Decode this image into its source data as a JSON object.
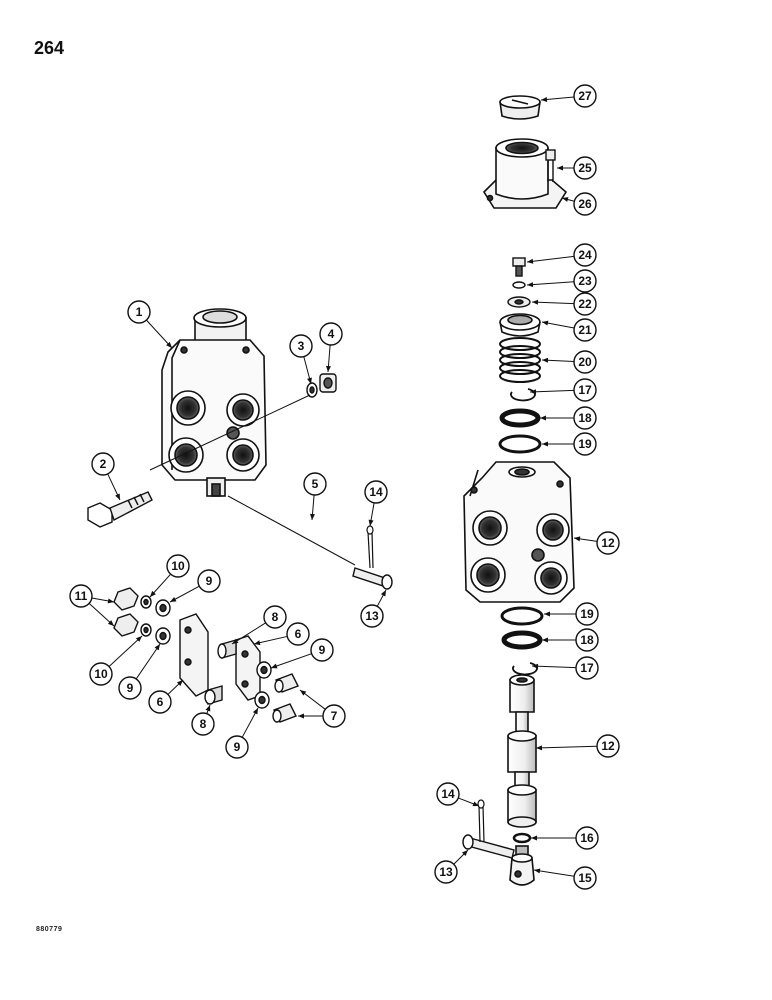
{
  "page": {
    "number": "264",
    "figure_code": "880779"
  },
  "callouts": [
    {
      "id": "c1",
      "label": "1"
    },
    {
      "id": "c2",
      "label": "2"
    },
    {
      "id": "c3",
      "label": "3"
    },
    {
      "id": "c4",
      "label": "4"
    },
    {
      "id": "c5",
      "label": "5"
    },
    {
      "id": "c6a",
      "label": "6"
    },
    {
      "id": "c6b",
      "label": "6"
    },
    {
      "id": "c7",
      "label": "7"
    },
    {
      "id": "c8a",
      "label": "8"
    },
    {
      "id": "c8b",
      "label": "8"
    },
    {
      "id": "c9a",
      "label": "9"
    },
    {
      "id": "c9b",
      "label": "9"
    },
    {
      "id": "c9c",
      "label": "9"
    },
    {
      "id": "c9d",
      "label": "9"
    },
    {
      "id": "c10a",
      "label": "10"
    },
    {
      "id": "c10b",
      "label": "10"
    },
    {
      "id": "c11",
      "label": "11"
    },
    {
      "id": "c12a",
      "label": "12"
    },
    {
      "id": "c12b",
      "label": "12"
    },
    {
      "id": "c13a",
      "label": "13"
    },
    {
      "id": "c13b",
      "label": "13"
    },
    {
      "id": "c14a",
      "label": "14"
    },
    {
      "id": "c14b",
      "label": "14"
    },
    {
      "id": "c15",
      "label": "15"
    },
    {
      "id": "c16",
      "label": "16"
    },
    {
      "id": "c17a",
      "label": "17"
    },
    {
      "id": "c17b",
      "label": "17"
    },
    {
      "id": "c18a",
      "label": "18"
    },
    {
      "id": "c18b",
      "label": "18"
    },
    {
      "id": "c19a",
      "label": "19"
    },
    {
      "id": "c19b",
      "label": "19"
    },
    {
      "id": "c20",
      "label": "20"
    },
    {
      "id": "c21",
      "label": "21"
    },
    {
      "id": "c22",
      "label": "22"
    },
    {
      "id": "c23",
      "label": "23"
    },
    {
      "id": "c24",
      "label": "24"
    },
    {
      "id": "c25",
      "label": "25"
    },
    {
      "id": "c26",
      "label": "26"
    },
    {
      "id": "c27",
      "label": "27"
    }
  ]
}
